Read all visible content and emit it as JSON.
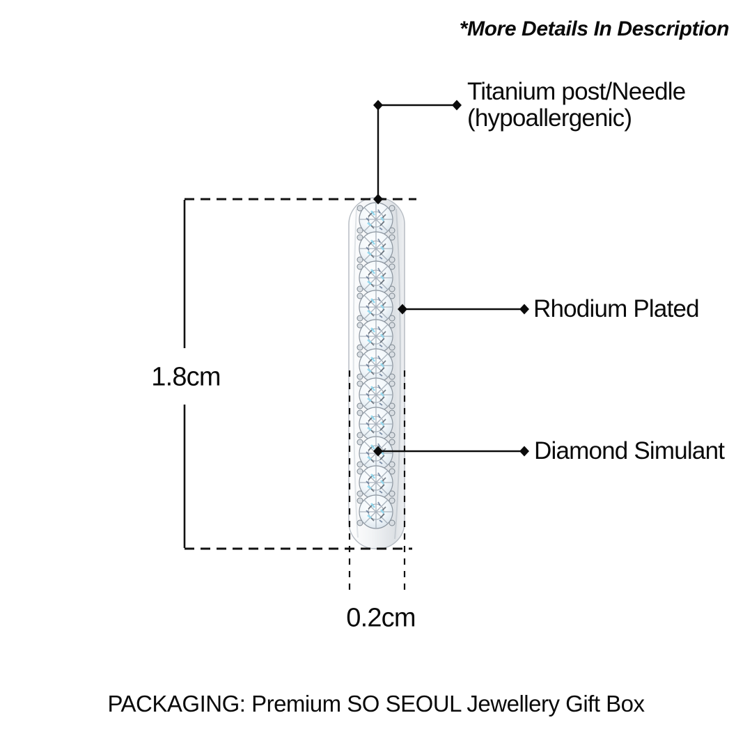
{
  "colors": {
    "text": "#0a0a0a",
    "line": "#111111",
    "metal_light": "#fbfcfd",
    "metal_mid": "#e9ecef",
    "metal_shadow": "#c9cfd5",
    "gem_accent_cyan": "#8fd8f0",
    "gem_accent_navy": "#41597e",
    "background": "#ffffff"
  },
  "header": {
    "note": "*More Details In Description"
  },
  "annotations": {
    "titanium": {
      "line1": "Titanium post/Needle",
      "line2": "(hypoallergenic)"
    },
    "rhodium": {
      "label": "Rhodium Plated"
    },
    "diamond": {
      "label": "Diamond Simulant"
    }
  },
  "dimensions": {
    "height": "1.8cm",
    "width": "0.2cm"
  },
  "product": {
    "illustration": "pave-hoop-earring-side-view",
    "stone_count": 11
  },
  "footer": {
    "packaging": "PACKAGING: Premium SO SEOUL Jewellery Gift Box"
  }
}
